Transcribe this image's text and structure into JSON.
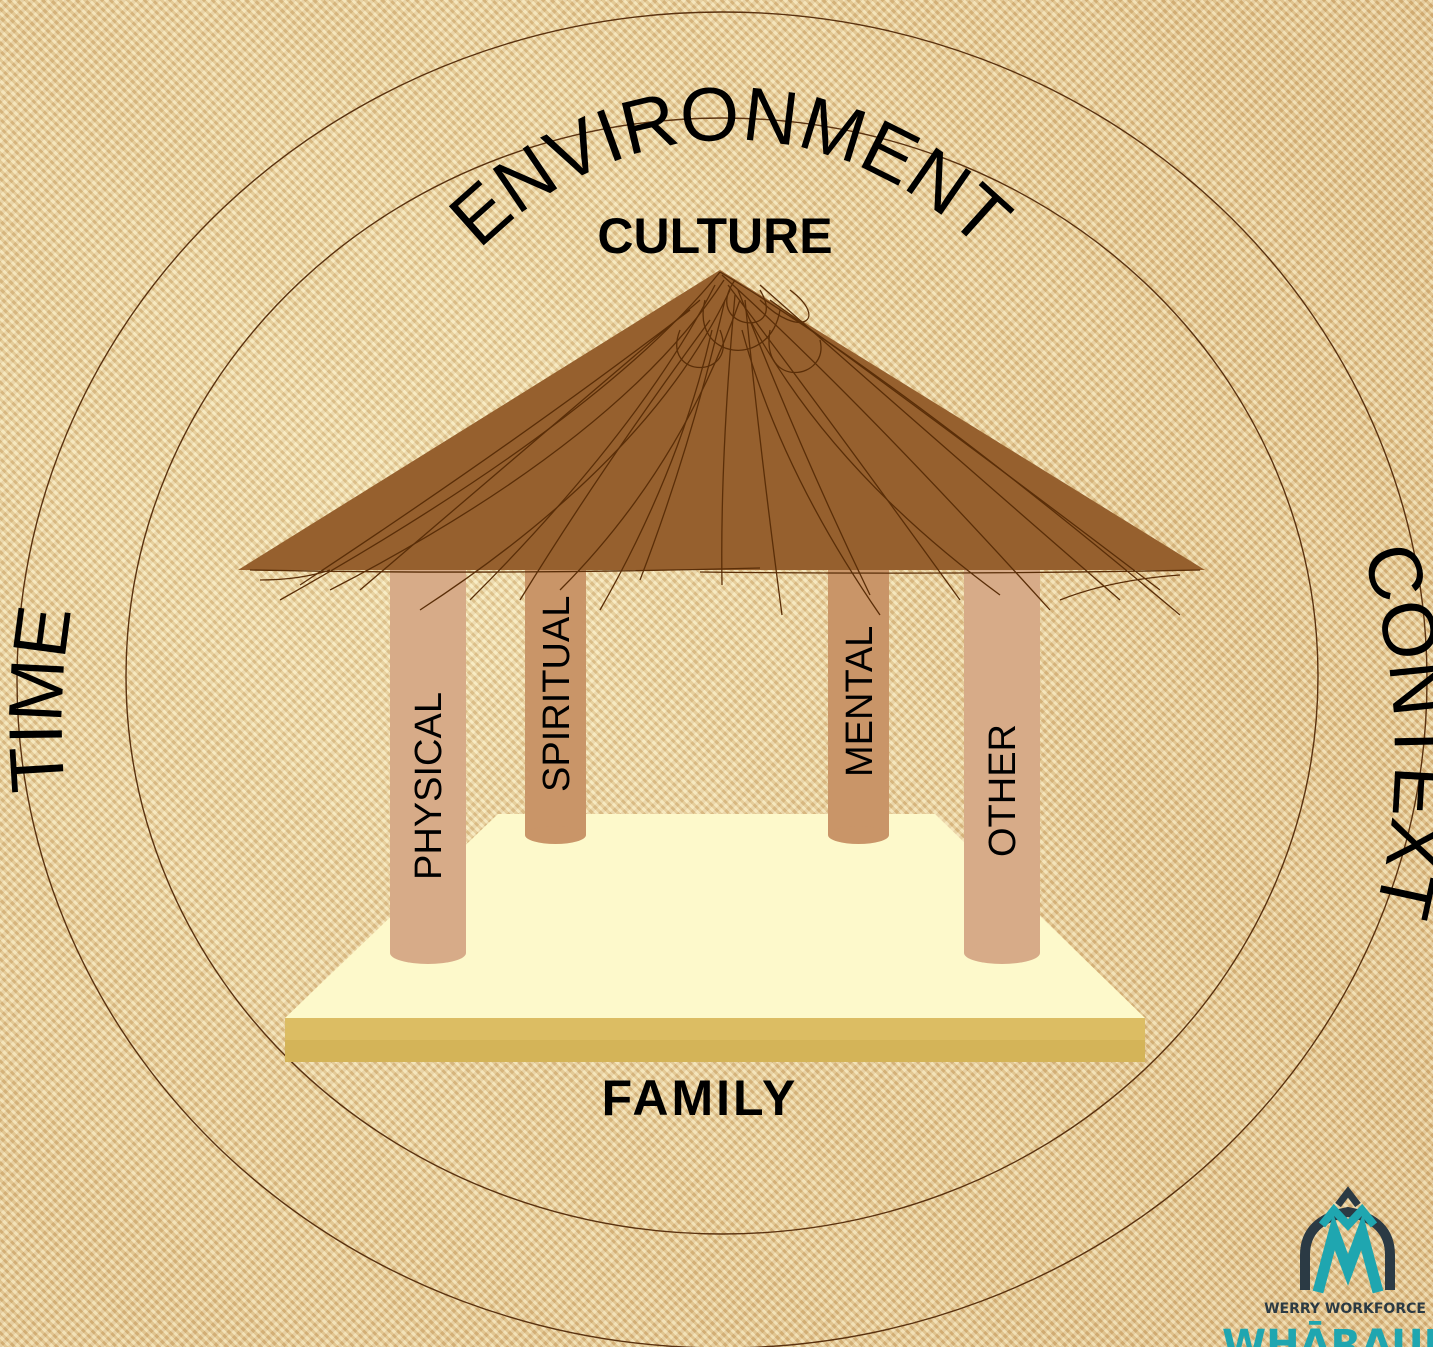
{
  "ring_labels": {
    "top": "ENVIRONMENT",
    "left": "TIME",
    "right": "CONTEXT"
  },
  "roof_label": "CULTURE",
  "base_label": "FAMILY",
  "pillars": [
    "PHYSICAL",
    "SPIRITUAL",
    "MENTAL",
    "OTHER"
  ],
  "logo": {
    "line1": "WERRY WORKFORCE",
    "line2": "WHĀRAURAU"
  },
  "colors": {
    "ring": "#5a3210",
    "roof": "#96602e",
    "thatch": "#5a2e08",
    "front_pillar": "#d7ab88",
    "back_pillar": "#c99568",
    "platform_top": "#fdf9cb",
    "platform_side": "#dcbd63",
    "logo_teal": "#1fa6b0",
    "logo_dark": "#2b3a44"
  }
}
